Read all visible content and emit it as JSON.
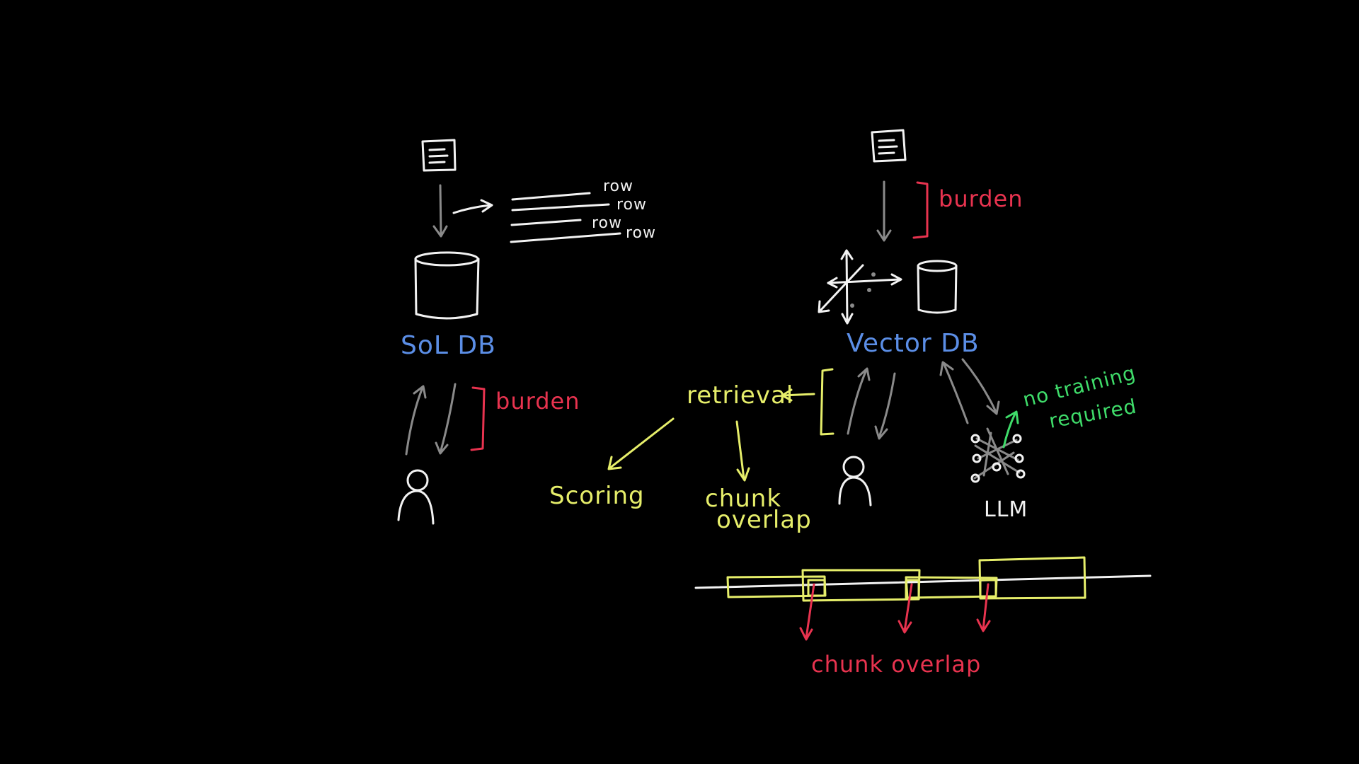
{
  "labels": {
    "sql_db": "SoL DB",
    "vector_db": "Vector DB",
    "burden_left": "burden",
    "burden_right": "burden",
    "retrieval": "retrieval",
    "scoring": "Scoring",
    "chunk_overlap_1": "chunk",
    "chunk_overlap_2": "overlap",
    "chunk_overlap_bottom": "chunk overlap",
    "no_training_1": "no training",
    "no_training_2": "required",
    "llm": "LLM",
    "rows": [
      "row",
      "row",
      "row",
      "row"
    ]
  },
  "colors": {
    "background": "#000000",
    "ink_white": "#f2f2f2",
    "ink_gray": "#8a8a8a",
    "ink_blue": "#5b8ee6",
    "ink_red": "#e8334f",
    "ink_yellow": "#e6ee6a",
    "ink_green": "#3fdc6a"
  }
}
